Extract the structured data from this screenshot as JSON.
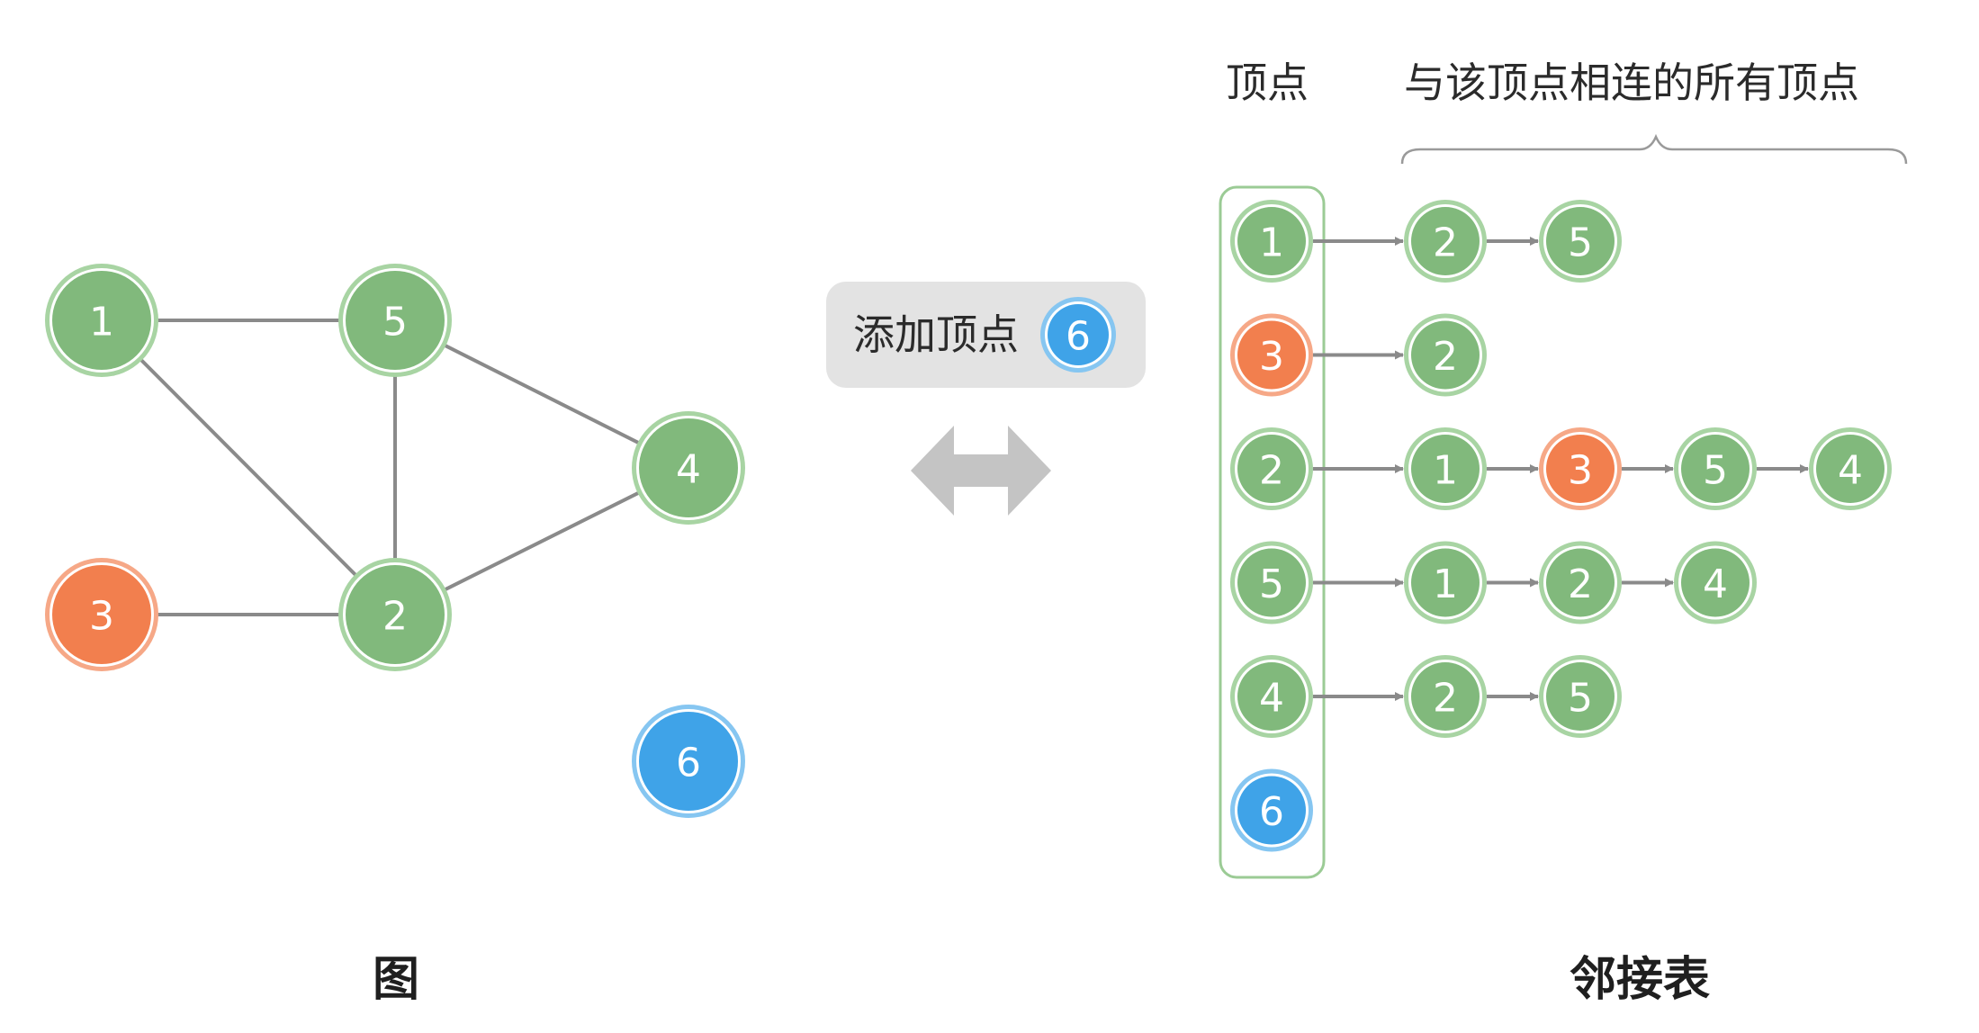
{
  "colors": {
    "green_fill": "#81b97c",
    "green_ring": "#a8d4a3",
    "orange_fill": "#f27f4e",
    "orange_ring": "#f6a887",
    "blue_fill": "#3fa3e8",
    "blue_ring": "#86c6f1",
    "edge": "#8a8a8a",
    "panel": "#e3e3e3",
    "arrow_icon": "#c4c4c4"
  },
  "graph": {
    "caption": "图",
    "nodes": [
      {
        "id": "1",
        "color": "green"
      },
      {
        "id": "5",
        "color": "green"
      },
      {
        "id": "4",
        "color": "green"
      },
      {
        "id": "3",
        "color": "orange"
      },
      {
        "id": "2",
        "color": "green"
      },
      {
        "id": "6",
        "color": "blue"
      }
    ],
    "edges": [
      [
        "1",
        "5"
      ],
      [
        "1",
        "2"
      ],
      [
        "5",
        "2"
      ],
      [
        "5",
        "4"
      ],
      [
        "2",
        "4"
      ],
      [
        "3",
        "2"
      ]
    ]
  },
  "operation": {
    "label": "添加顶点",
    "node": {
      "id": "6",
      "color": "blue"
    }
  },
  "adjacency_list": {
    "caption": "邻接表",
    "header_vertex": "顶点",
    "header_neighbors": "与该顶点相连的所有顶点",
    "rows": [
      {
        "vertex": {
          "id": "1",
          "color": "green"
        },
        "neighbors": [
          {
            "id": "2",
            "color": "green"
          },
          {
            "id": "5",
            "color": "green"
          }
        ]
      },
      {
        "vertex": {
          "id": "3",
          "color": "orange"
        },
        "neighbors": [
          {
            "id": "2",
            "color": "green"
          }
        ]
      },
      {
        "vertex": {
          "id": "2",
          "color": "green"
        },
        "neighbors": [
          {
            "id": "1",
            "color": "green"
          },
          {
            "id": "3",
            "color": "orange"
          },
          {
            "id": "5",
            "color": "green"
          },
          {
            "id": "4",
            "color": "green"
          }
        ]
      },
      {
        "vertex": {
          "id": "5",
          "color": "green"
        },
        "neighbors": [
          {
            "id": "1",
            "color": "green"
          },
          {
            "id": "2",
            "color": "green"
          },
          {
            "id": "4",
            "color": "green"
          }
        ]
      },
      {
        "vertex": {
          "id": "4",
          "color": "green"
        },
        "neighbors": [
          {
            "id": "2",
            "color": "green"
          },
          {
            "id": "5",
            "color": "green"
          }
        ]
      },
      {
        "vertex": {
          "id": "6",
          "color": "blue"
        },
        "neighbors": []
      }
    ]
  }
}
